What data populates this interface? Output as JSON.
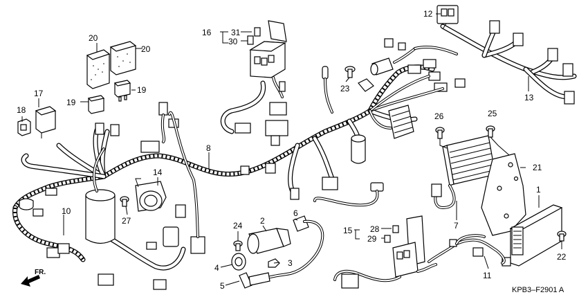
{
  "diagram_code": "KPB3–F2901 A",
  "direction_label": "FR.",
  "callouts": {
    "c1": "1",
    "c2": "2",
    "c3": "3",
    "c4": "4",
    "c5": "5",
    "c6": "6",
    "c7": "7",
    "c8": "8",
    "c10": "10",
    "c11": "11",
    "c12": "12",
    "c13": "13",
    "c14": "14",
    "c15": "15",
    "c16": "16",
    "c17": "17",
    "c18": "18",
    "c19a": "19",
    "c19b": "19",
    "c20a": "20",
    "c20b": "20",
    "c21": "21",
    "c22": "22",
    "c23": "23",
    "c24": "24",
    "c25": "25",
    "c26": "26",
    "c27": "27",
    "c28": "28",
    "c29": "29",
    "c30": "30",
    "c31": "31"
  }
}
